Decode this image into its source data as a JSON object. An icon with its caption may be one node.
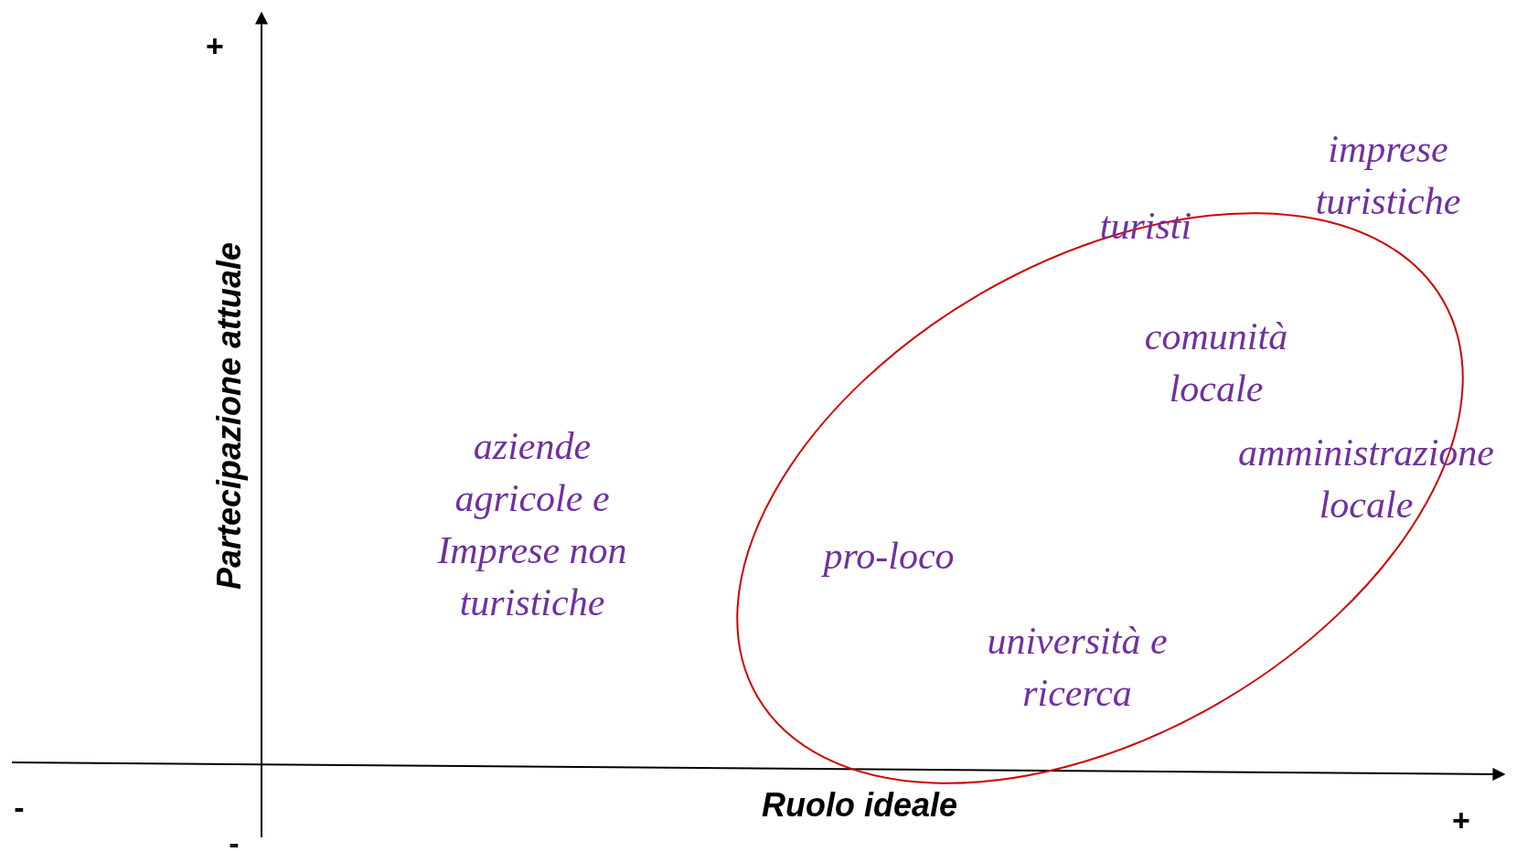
{
  "diagram": {
    "labels": [
      "+",
      "Partecipazione attuale",
      "imprese turistiche",
      "turisti",
      "comunità locale",
      "aziende agricole e Imprese non turistiche",
      "amministrazione locale",
      "pro-loco",
      "università e ricerca",
      "-",
      "Ruolo ideale",
      "+",
      "-"
    ]
  }
}
